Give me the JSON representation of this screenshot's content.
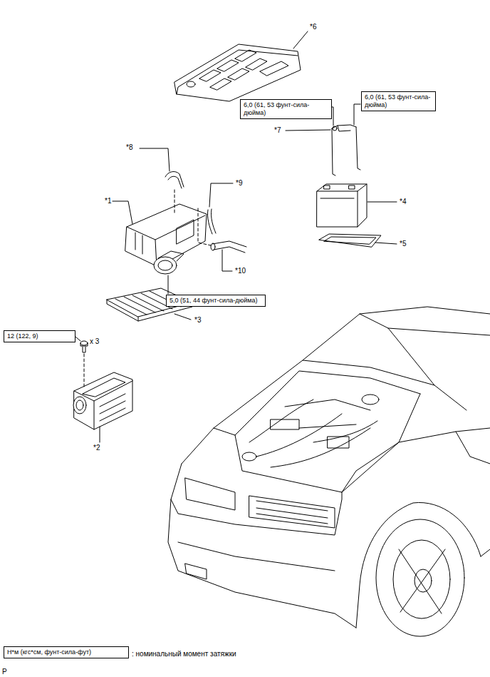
{
  "diagram": {
    "nodes": [
      {
        "text": [
          "6,0 (61, 53 фунт-сила-дюйма)"
        ]
      },
      {
        "text": [
          "6,0 (61, 53 фунт-сила-дюйма)"
        ]
      },
      {
        "text": [
          "5,0 (51, 44 фунт-сила-дюйма)"
        ]
      },
      {
        "text": [
          "12 (122, 9)"
        ]
      },
      {
        "text": [
          "Н*м (кгс*см, фунт-сила-фут)"
        ]
      }
    ],
    "edges": [],
    "labels": [
      "*6",
      "*7",
      "*8",
      "*1",
      "*9",
      "*4",
      "*5",
      "*10",
      "*3",
      "x 3",
      "*2",
      ": номинальный момент затяжки",
      "P"
    ]
  }
}
